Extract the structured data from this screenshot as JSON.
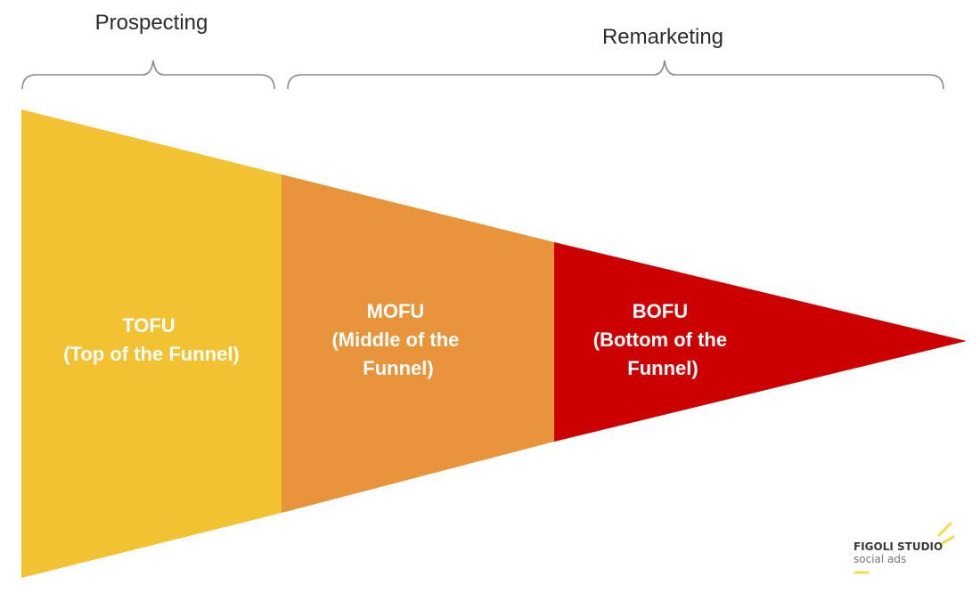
{
  "groups": [
    {
      "label": "Prospecting"
    },
    {
      "label": "Remarketing"
    }
  ],
  "stages": [
    {
      "lines": [
        "TOFU",
        "(Top of the Funnel)"
      ],
      "color": "#f2c232"
    },
    {
      "lines": [
        "MOFU",
        "(Middle of the",
        "Funnel)"
      ],
      "color": "#e8943a"
    },
    {
      "lines": [
        "BOFU",
        "(Bottom of the",
        "Funnel)"
      ],
      "color": "#cc0000"
    }
  ],
  "logo": {
    "title": "FIGOLI STUDIO",
    "subtitle": "social ads",
    "accent_color": "#f5d94a"
  },
  "colors": {
    "text": "#2b2b2b",
    "brace": "#8a8a8a"
  }
}
